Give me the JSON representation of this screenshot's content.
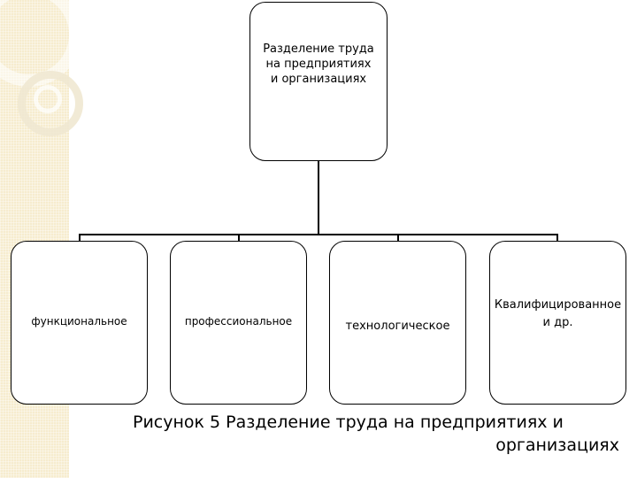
{
  "diagram": {
    "root": {
      "label": "Разделение труда\nна предприятиях\nи организациях"
    },
    "children": [
      {
        "label": "функциональное"
      },
      {
        "label": "профессиональное"
      },
      {
        "label": "технологическое"
      },
      {
        "label": "Квалифицированное\nи др."
      }
    ]
  },
  "caption": {
    "line1": "Рисунок 5 Разделение труда на предприятиях и",
    "line2": "организациях"
  }
}
